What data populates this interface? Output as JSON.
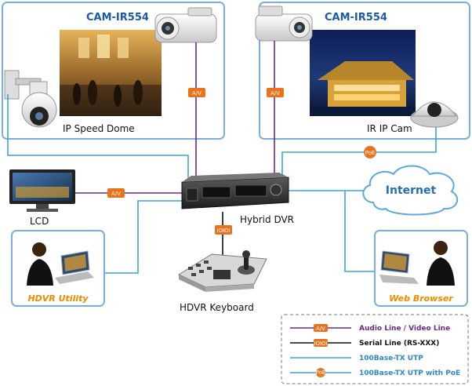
{
  "cameras": {
    "left_title": "CAM-IR554",
    "right_title": "CAM-IR554"
  },
  "labels": {
    "speed_dome": "IP Speed Dome",
    "ir_ip_cam": "IR IP Cam",
    "lcd": "LCD",
    "dvr": "Hybrid DVR",
    "keyboard": "HDVR Keyboard",
    "internet": "Internet"
  },
  "apps": {
    "hdvr_utility": "HDVR Utility",
    "web_browser": "Web Browser"
  },
  "tags": {
    "av": "A/V",
    "serial": "IOIOI",
    "poe": "PoE"
  },
  "legend": {
    "av_line": "Audio Line / Video Line",
    "serial_line": "Serial Line (RS-XXX)",
    "utp": "100Base-TX UTP",
    "utp_poe": "100Base-TX UTP with PoE"
  },
  "colors": {
    "av_line": "#6a2a8a",
    "serial_line": "#111111",
    "utp": "#3aa3d8",
    "tag": "#e8731c",
    "panel_border": "#7aaee0",
    "title_blue": "#1b5aa0",
    "app_orange": "#f08a00"
  }
}
